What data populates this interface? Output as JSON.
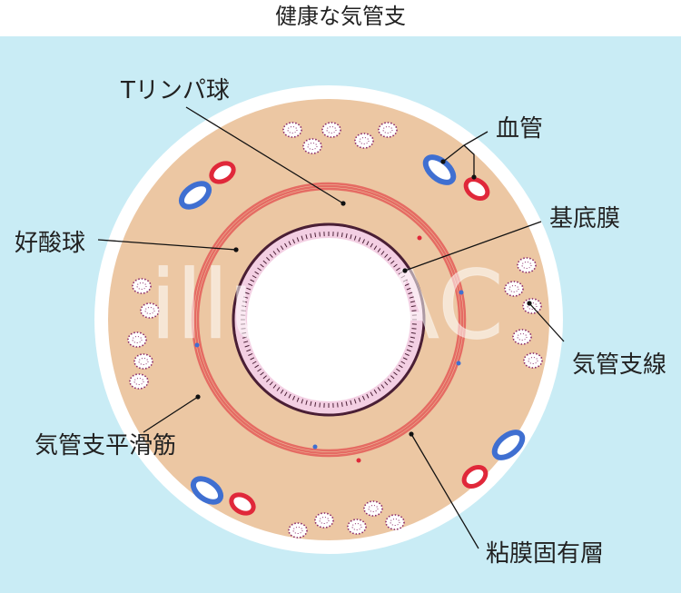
{
  "title": "健康な気管支",
  "labels": {
    "t_lymphocyte": "Tリンパ球",
    "blood_vessel": "血管",
    "basement_membrane": "基底膜",
    "eosinophil": "好酸球",
    "bronchial_gland": "気管支線",
    "bronchial_smooth_muscle": "気管支平滑筋",
    "lamina_propria": "粘膜固有層"
  },
  "watermark": "illustAC",
  "colors": {
    "background": "#c9ecf5",
    "outer_ring": "#ffffff",
    "tissue": "#ecc7a3",
    "smooth_muscle": "#e56b63",
    "epithelium": "#f3cfe3",
    "epithelium_border": "#4a1f35",
    "lumen": "#ffffff",
    "vessel_blue": "#3f6fd1",
    "vessel_red": "#e0283a",
    "gland_dots": "#8a2a6a",
    "leader_line": "#111111"
  }
}
